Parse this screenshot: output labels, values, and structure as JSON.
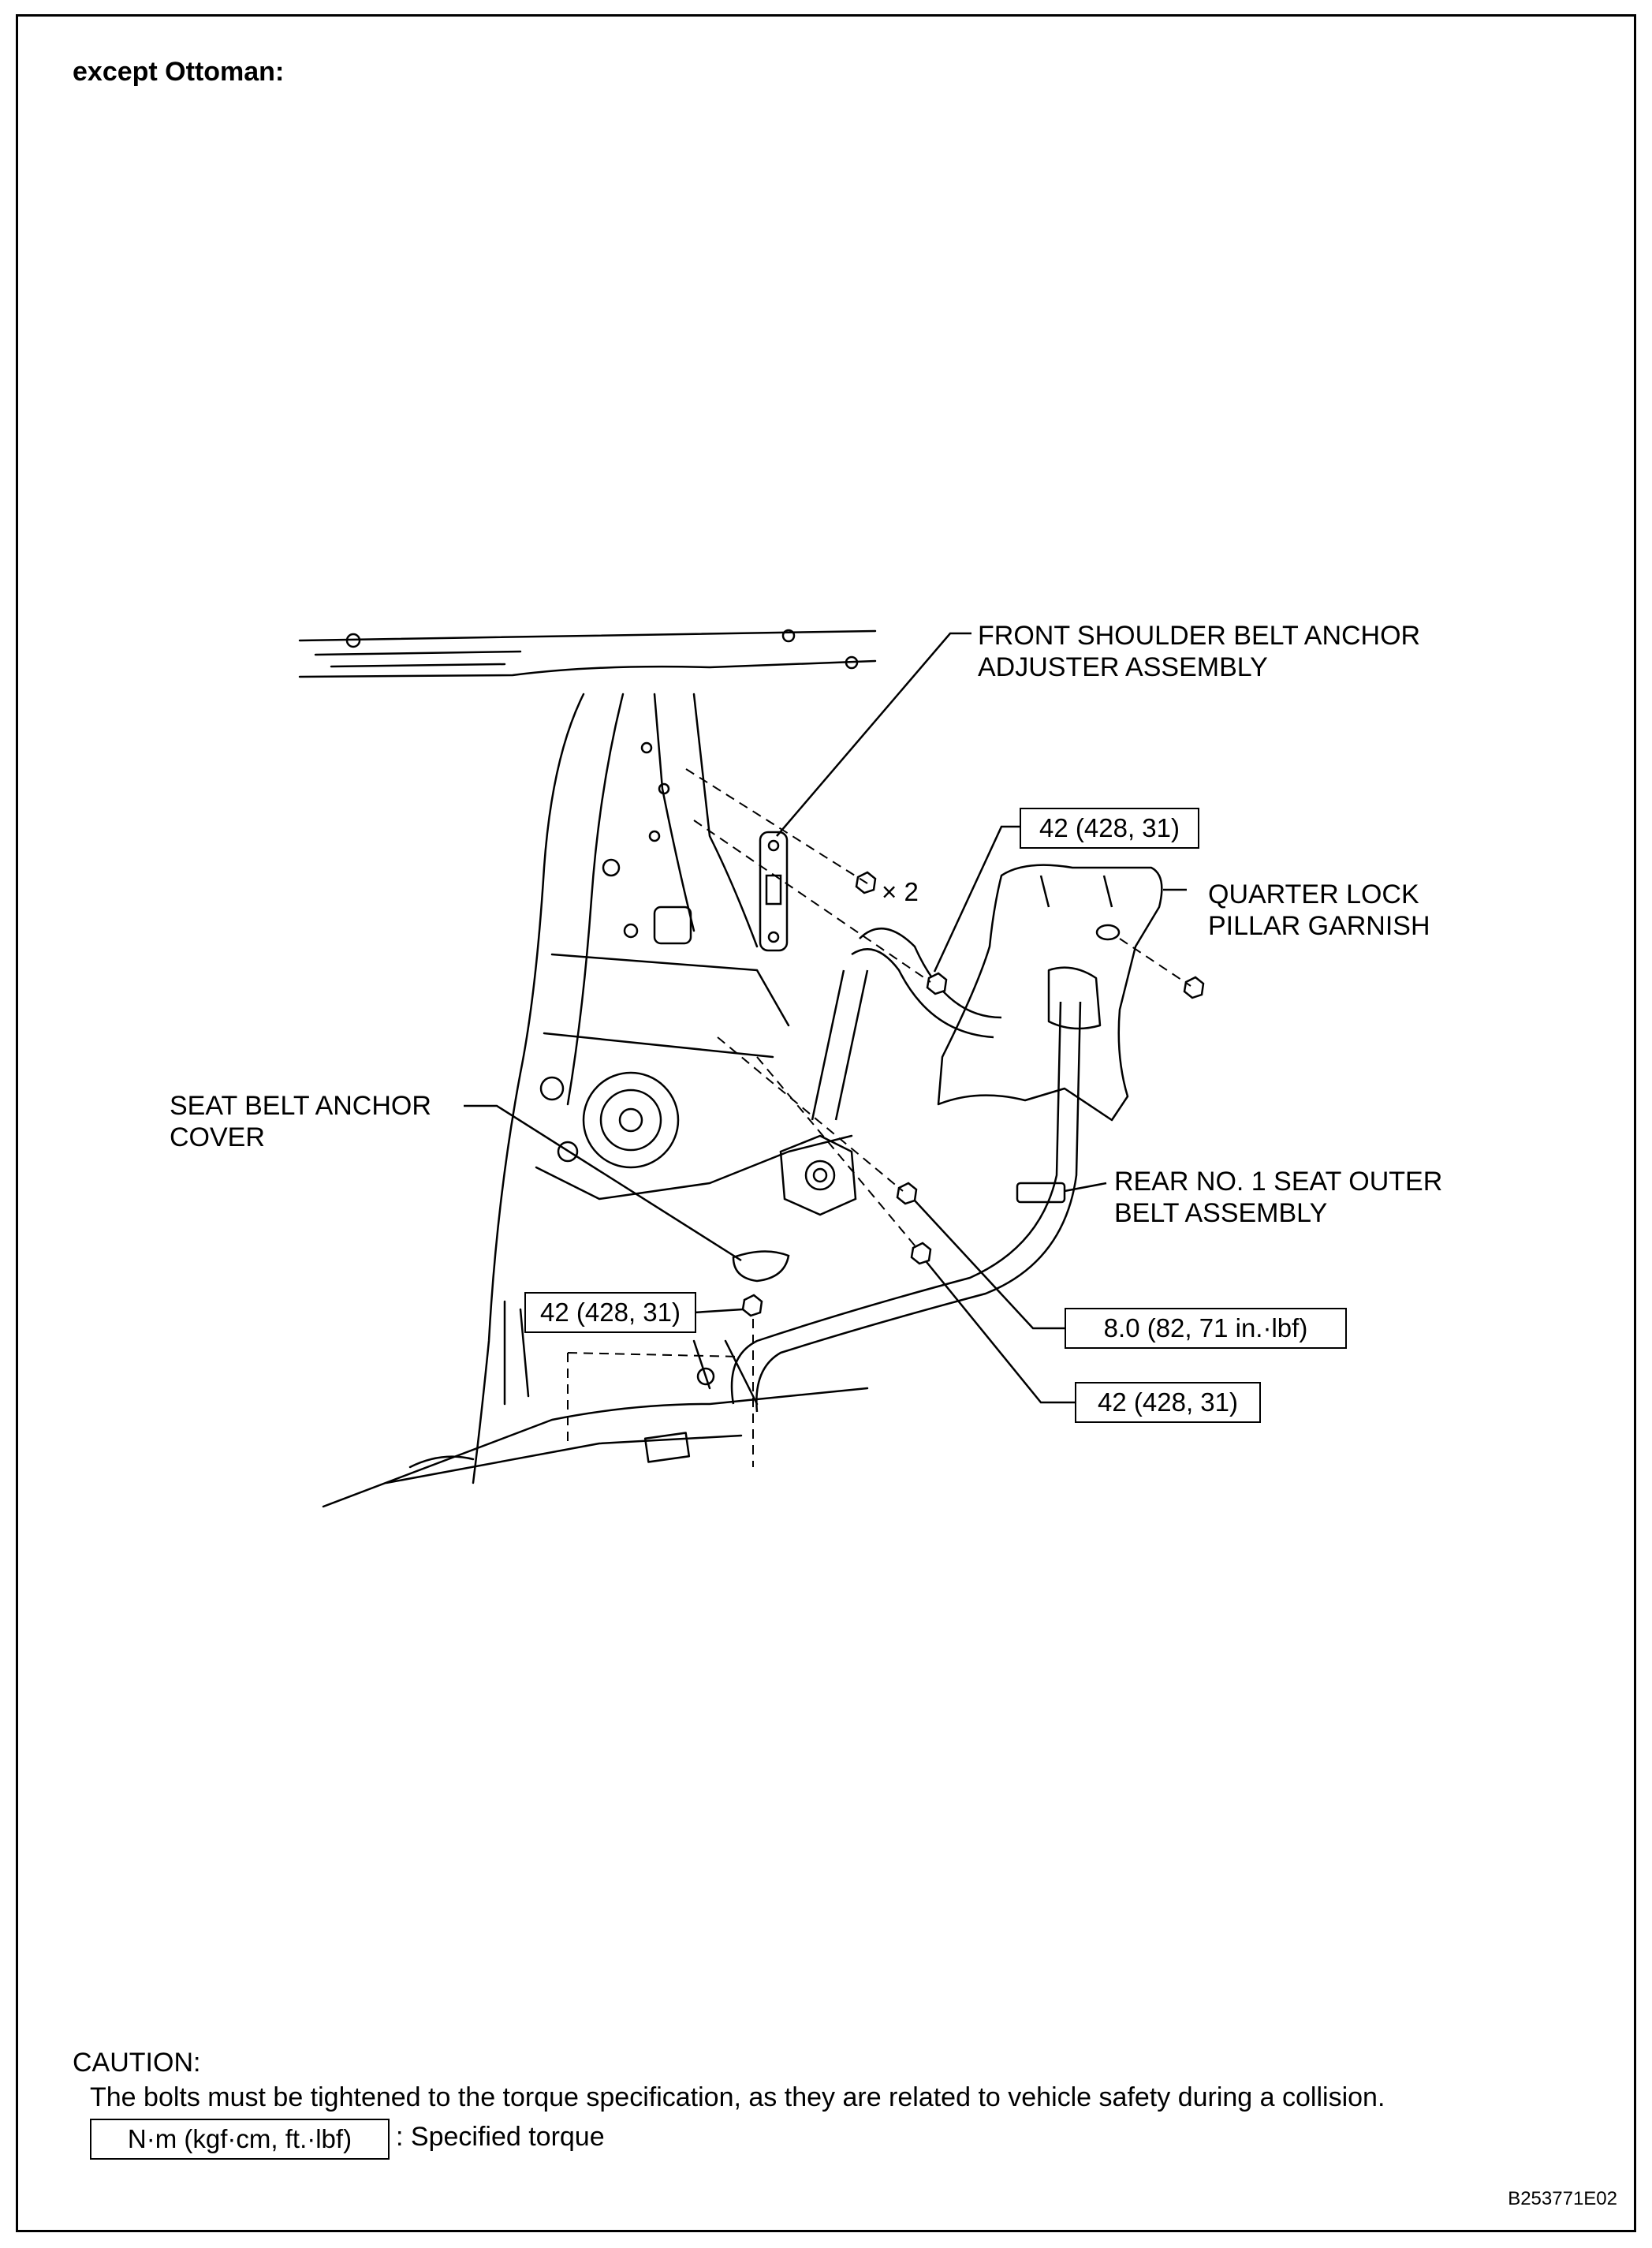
{
  "heading": "except Ottoman:",
  "labels": {
    "front_shoulder_anchor": [
      "FRONT SHOULDER BELT ANCHOR",
      "ADJUSTER ASSEMBLY"
    ],
    "quarter_lock_pillar_garnish": [
      "QUARTER LOCK",
      "PILLAR GARNISH"
    ],
    "seat_belt_anchor_cover": [
      "SEAT BELT ANCHOR",
      "COVER"
    ],
    "rear_no1_seat_outer_belt": [
      "REAR NO. 1 SEAT OUTER",
      "BELT ASSEMBLY"
    ]
  },
  "quantity_note": "× 2",
  "torques": {
    "upper_anchor": "42 (428, 31)",
    "retractor_upper_bolt": "8.0 (82, 71 in.·lbf)",
    "retractor_lower_bolt": "42 (428, 31)",
    "floor_anchor": "42 (428, 31)"
  },
  "caution": {
    "title": "CAUTION:",
    "text": "The bolts must be tightened to the torque specification, as they are related to vehicle safety during a collision."
  },
  "legend": {
    "box": "N·m (kgf·cm, ft.·lbf)",
    "text": ": Specified torque"
  },
  "figure_id": "B253771E02"
}
